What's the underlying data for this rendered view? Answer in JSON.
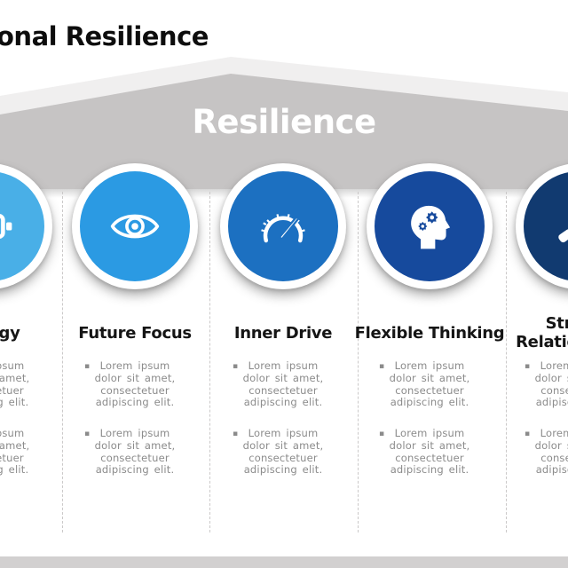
{
  "title": "onal Resilience",
  "banner": {
    "label": "Resilience"
  },
  "bullet_glyph": "▪",
  "colors": {
    "banner_light": "#f0efef",
    "banner_dark": "#c6c4c4",
    "footer_bar": "#d2d0d0",
    "body_text": "#8b8b8b",
    "heading_text": "#151515"
  },
  "columns": [
    {
      "heading": "Energy",
      "icon": "battery-icon",
      "color": "#49afe7",
      "bullets": [
        "Lorem ipsum dolor sit amet, consectetuer adipiscing elit.",
        "Lorem ipsum dolor sit amet, consectetuer adipiscing elit."
      ]
    },
    {
      "heading": "Future Focus",
      "icon": "eye-icon",
      "color": "#2b9ae3",
      "bullets": [
        "Lorem ipsum dolor sit amet, consectetuer adipiscing elit.",
        "Lorem ipsum dolor sit amet, consectetuer adipiscing elit."
      ]
    },
    {
      "heading": "Inner Drive",
      "icon": "speedometer-icon",
      "color": "#1c70c1",
      "bullets": [
        "Lorem ipsum dolor sit amet, consectetuer adipiscing elit.",
        "Lorem ipsum dolor sit amet, consectetuer adipiscing elit."
      ]
    },
    {
      "heading": "Flexible Thinking",
      "icon": "head-gears-icon",
      "color": "#164a9d",
      "bullets": [
        "Lorem ipsum dolor sit amet, consectetuer adipiscing elit.",
        "Lorem ipsum dolor sit amet, consectetuer adipiscing elit."
      ]
    },
    {
      "heading": "Strong Relationships",
      "icon": "handshake-icon",
      "color": "#113a70",
      "bullets": [
        "Lorem ipsum dolor sit amet, consectetuer adipiscing elit.",
        "Lorem ipsum dolor sit amet, consectetuer adipiscing elit."
      ]
    }
  ]
}
